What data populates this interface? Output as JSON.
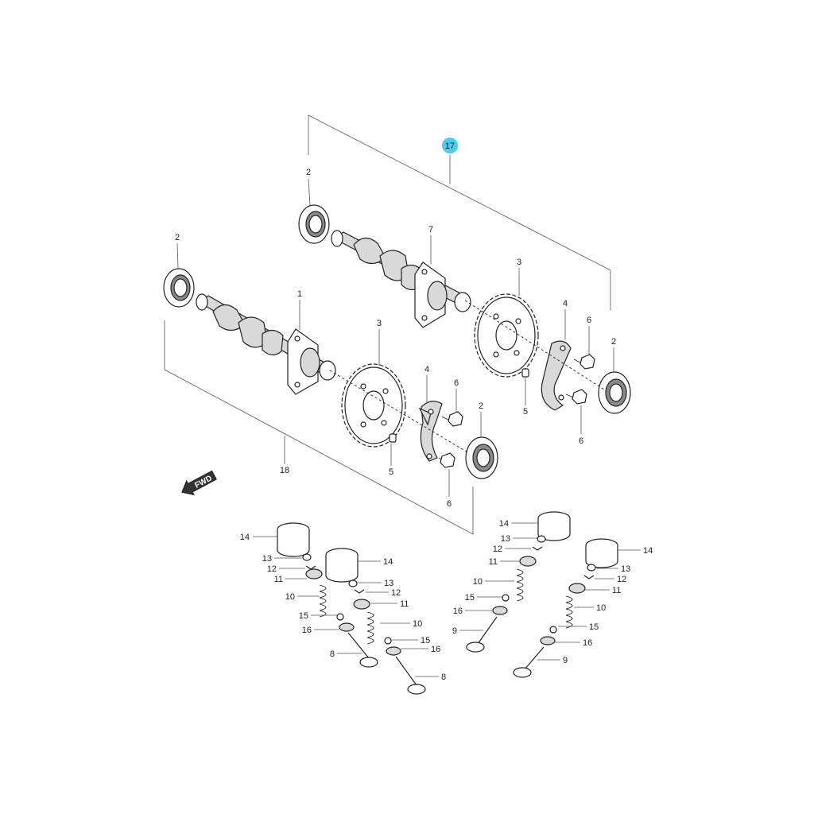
{
  "callouts": {
    "c17": "17",
    "c18": "18",
    "c1": "1",
    "c7": "7",
    "c2": "2",
    "c3": "3",
    "c4": "4",
    "c5": "5",
    "c6": "6",
    "c8": "8",
    "c9": "9",
    "c10": "10",
    "c11": "11",
    "c12": "12",
    "c13": "13",
    "c14": "14",
    "c15": "15",
    "c16": "16"
  },
  "fwd_label": "FWD",
  "colors": {
    "highlight": "#29c6e8",
    "line": "#222222"
  }
}
